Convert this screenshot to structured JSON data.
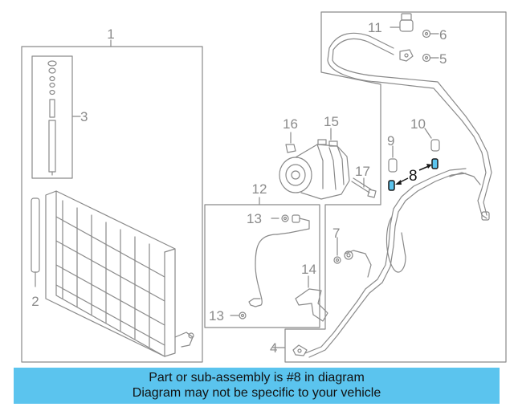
{
  "diagram": {
    "callouts": {
      "c1": "1",
      "c2": "2",
      "c3": "3",
      "c4": "4",
      "c5": "5",
      "c6": "6",
      "c7": "7",
      "c8": "8",
      "c9": "9",
      "c10": "10",
      "c11": "11",
      "c12": "12",
      "c13a": "13",
      "c13b": "13",
      "c14": "14",
      "c15": "15",
      "c16": "16",
      "c17": "17"
    },
    "highlighted_part": "8",
    "colors": {
      "line": "#8a8a8a",
      "highlight": "#1a1a1a",
      "highlight_fill": "#5bc4ee",
      "banner": "#5bc4ee"
    }
  },
  "banner": {
    "line1": "Part or sub-assembly is #8 in diagram",
    "line2": "Diagram may not be specific to your vehicle"
  }
}
